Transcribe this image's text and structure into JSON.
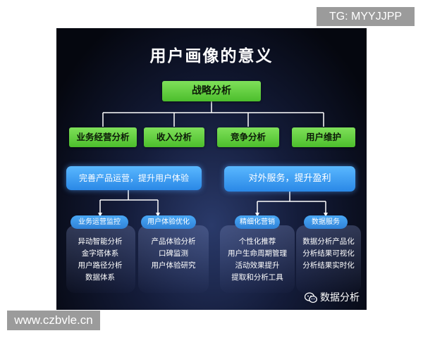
{
  "watermarks": {
    "top": "TG: MYYJJPP",
    "bottom": "www.czbvle.cn"
  },
  "diagram": {
    "title": "用户画像的意义",
    "root": "战略分析",
    "level1": [
      "业务经营分析",
      "收入分析",
      "竞争分析",
      "用户维护"
    ],
    "mid": {
      "left": "完善产品运营，提升用户体验",
      "right": "对外服务，提升盈利"
    },
    "groups": [
      {
        "label": "业务运营监控",
        "items": [
          "异动智能分析",
          "金字塔体系",
          "用户路径分析",
          "数据体系"
        ]
      },
      {
        "label": "用户体验优化",
        "items": [
          "产品体验分析",
          "口碑监测",
          "用户体验研究"
        ]
      },
      {
        "label": "精细化营销",
        "items": [
          "个性化推荐",
          "用户生命周期管理",
          "活动效果提升",
          "提取和分析工具"
        ]
      },
      {
        "label": "数据服务",
        "items": [
          "数据分析产品化",
          "分析结果可视化",
          "分析结果实时化"
        ]
      }
    ],
    "brand": "数据分析"
  }
}
